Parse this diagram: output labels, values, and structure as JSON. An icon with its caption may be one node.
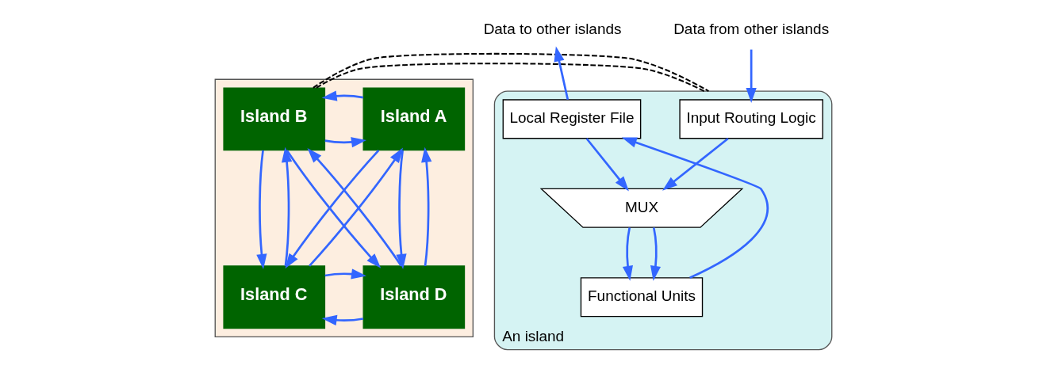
{
  "diagram": {
    "nodes": [
      {
        "text": [],
        "shape": "box"
      },
      {
        "text": [
          "Island A"
        ],
        "in": 0
      },
      {
        "text": [
          "Island B"
        ],
        "in": 0
      },
      {
        "text": [
          "Island C"
        ],
        "in": 0
      },
      {
        "text": [
          "Island D"
        ],
        "in": 0
      },
      {
        "text": [
          "An island"
        ]
      },
      {
        "text": [
          "Data from other islands"
        ]
      },
      {
        "text": [
          "Data to other islands"
        ]
      },
      {
        "text": [
          "Input Routing Logic"
        ],
        "in": 5
      },
      {
        "text": [
          "Local Register File"
        ],
        "in": 5
      },
      {
        "text": [
          "MUX"
        ],
        "in": 5
      },
      {
        "text": [
          "Functional Units"
        ],
        "in": 5
      }
    ],
    "edges": [
      {
        "from": 2,
        "to": 1,
        "arrow": "to"
      },
      {
        "from": 1,
        "to": 2,
        "arrow": "to"
      },
      {
        "from": 1,
        "to": 3,
        "arrow": "to"
      },
      {
        "from": 3,
        "to": 1,
        "arrow": "to"
      },
      {
        "from": 2,
        "to": 4,
        "arrow": "to"
      },
      {
        "from": 4,
        "to": 2,
        "arrow": "to"
      },
      {
        "from": 1,
        "to": 4,
        "arrow": "to"
      },
      {
        "from": 4,
        "to": 1,
        "arrow": "to"
      },
      {
        "from": 2,
        "to": 3,
        "arrow": "to"
      },
      {
        "from": 3,
        "to": 2,
        "arrow": "to"
      },
      {
        "from": 4,
        "to": 3,
        "arrow": "to"
      },
      {
        "from": 3,
        "to": 4,
        "arrow": "to"
      },
      {
        "from": 2,
        "to": 5,
        "arrow": "none",
        "style": "dashed",
        "color": "#000000"
      },
      {
        "from": 2,
        "to": 5,
        "arrow": "none",
        "style": "dashed",
        "color": "#000000"
      },
      {
        "from": 6,
        "to": 8,
        "arrow": "to"
      },
      {
        "from": 9,
        "to": 7,
        "arrow": "to"
      },
      {
        "from": 8,
        "to": 10,
        "arrow": "to"
      },
      {
        "from": 9,
        "to": 10,
        "arrow": "to"
      },
      {
        "from": 10,
        "to": 11,
        "arrow": "to"
      },
      {
        "from": 10,
        "to": 11,
        "arrow": "to"
      },
      {
        "from": 11,
        "to": 9,
        "arrow": "to"
      }
    ]
  }
}
